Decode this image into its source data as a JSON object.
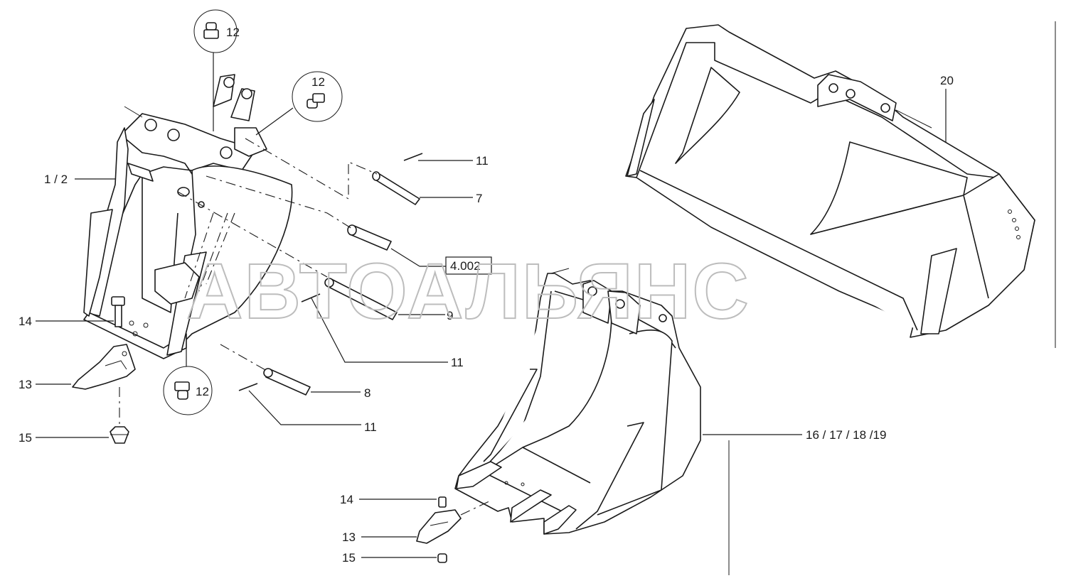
{
  "watermark": "АВТОАЛЬЯНС",
  "callouts": {
    "c1_2": "1 / 2",
    "c4_002": "4.002",
    "c7": "7",
    "c8": "8",
    "c9": "9",
    "c11a": "11",
    "c11b": "11",
    "c11c": "11",
    "c12a": "12",
    "c12b": "12",
    "c12c": "12",
    "c13a": "13",
    "c13b": "13",
    "c14a": "14",
    "c14b": "14",
    "c15a": "15",
    "c15b": "15",
    "c16_19": "16 / 17 / 18 /19",
    "c20": "20"
  }
}
